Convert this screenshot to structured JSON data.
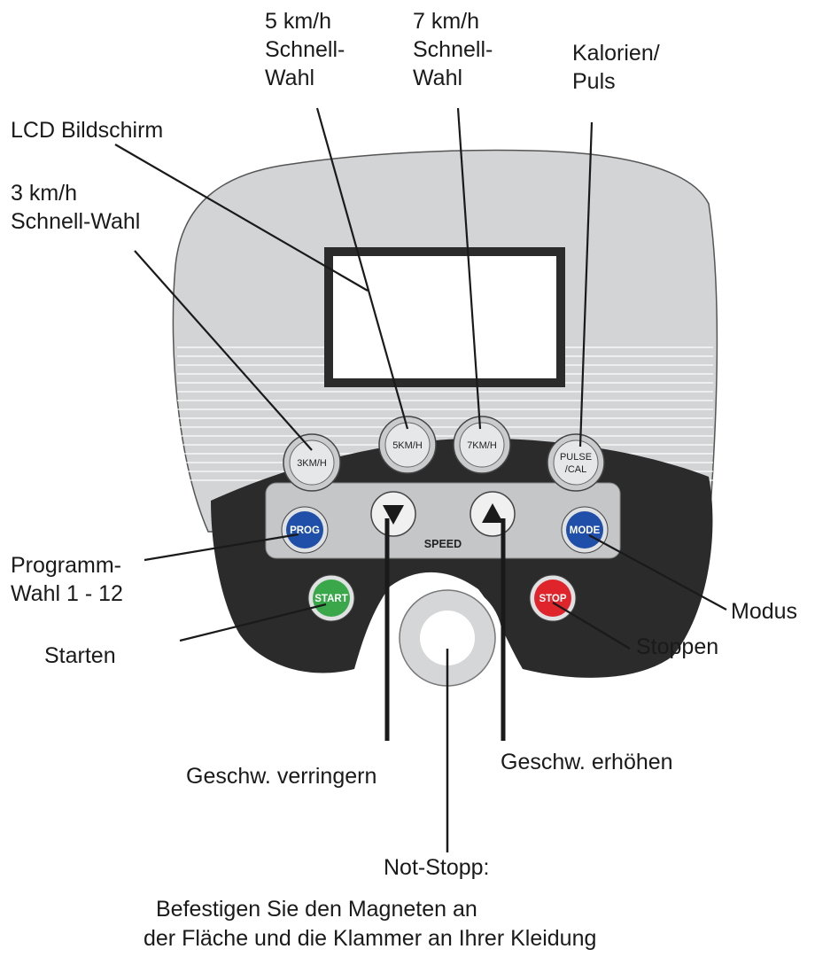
{
  "buttons": {
    "km3": "3KM/H",
    "km5": "5KM/H",
    "km7": "7KM/H",
    "pulse_line1": "PULSE",
    "pulse_line2": "/CAL",
    "prog": "PROG",
    "mode": "MODE",
    "speed": "SPEED",
    "start": "START",
    "stop": "STOP"
  },
  "callouts": {
    "kmh5": "5 km/h\nSchnell-\nWahl",
    "kmh7": "7 km/h\nSchnell-\nWahl",
    "kalorien": "Kalorien/\nPuls",
    "lcd": "LCD Bildschirm",
    "kmh3": "3 km/h\nSchnell-Wahl",
    "programm": "Programm-\nWahl 1 - 12",
    "starten": "Starten",
    "modus": "Modus",
    "stoppen": "Stoppen",
    "verringern": "Geschw. verringern",
    "erhoehen": "Geschw. erhöhen",
    "notstopp_title": "Not-Stopp:",
    "notstopp_line1": "Befestigen Sie den Magneten an",
    "notstopp_line2": "der Fläche und die Klammer an Ihrer Kleidung"
  },
  "colors": {
    "console_gray": "#d2d4d6",
    "console_dark": "#2b2b2b",
    "key_panel": "#c4c6c8",
    "prog_blue": "#1f4fa8",
    "start_green": "#3aa84a",
    "stop_red": "#e0242c"
  }
}
